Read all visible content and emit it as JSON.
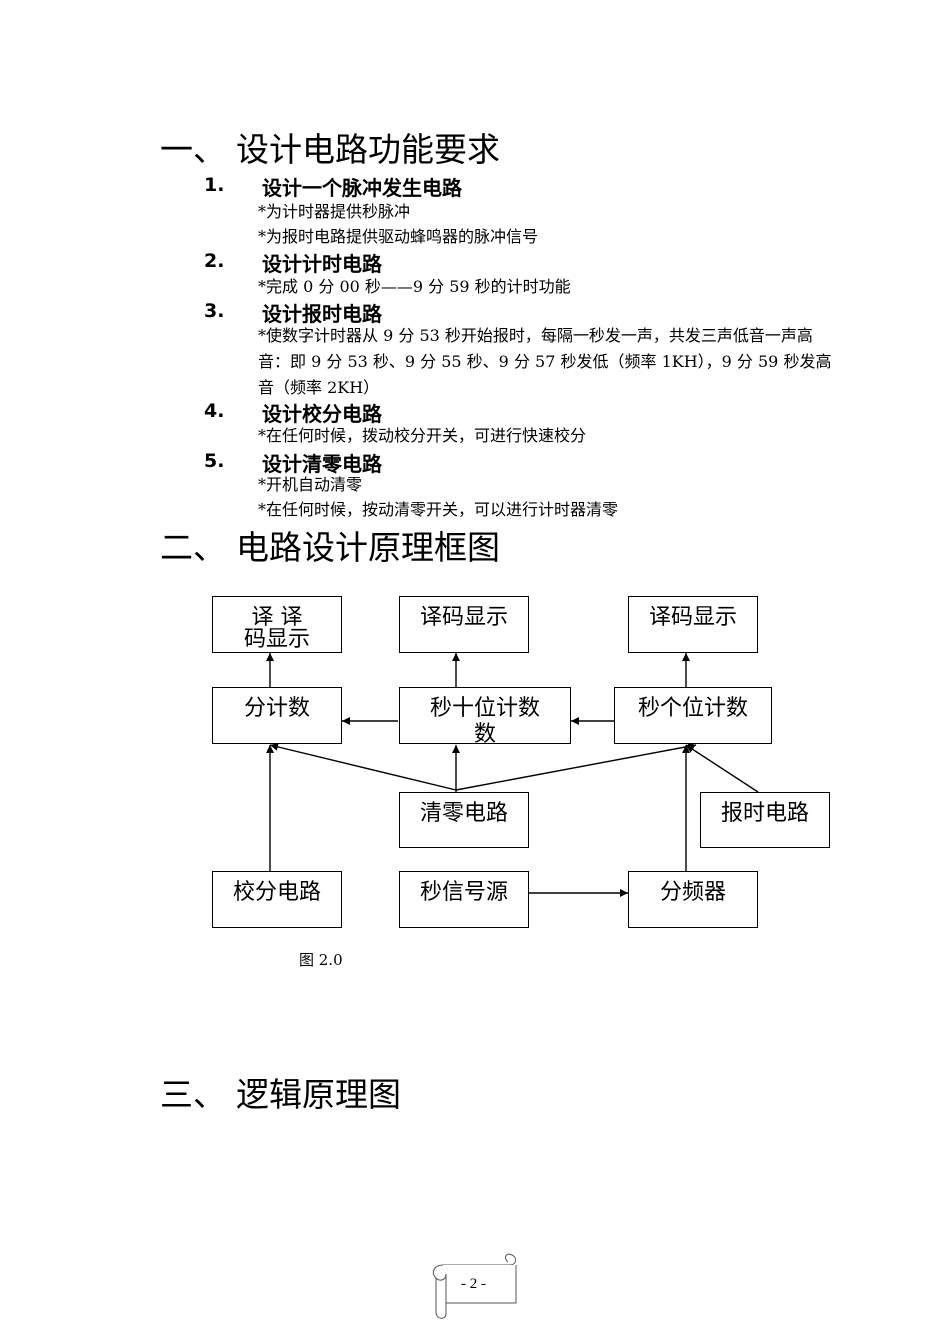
{
  "sections": [
    {
      "num": "一、",
      "title": "设计电路功能要求"
    },
    {
      "num": "二、",
      "title": "电路设计原理框图"
    },
    {
      "num": "三、",
      "title": "逻辑原理图"
    }
  ],
  "requirements": [
    {
      "num": "1.",
      "title": "设计一个脉冲发生电路",
      "bullets": [
        "*为计时器提供秒脉冲",
        "*为报时电路提供驱动蜂鸣器的脉冲信号"
      ]
    },
    {
      "num": "2.",
      "title": "设计计时电路",
      "bullets": [
        "*完成 0 分 00 秒——9 分 59 秒的计时功能"
      ]
    },
    {
      "num": "3.",
      "title": "设计报时电路",
      "paragraph": "*使数字计时器从 9 分 53 秒开始报时，每隔一秒发一声，共发三声低音一声高音：即 9 分 53 秒、9 分 55 秒、9 分 57 秒发低（频率 1KH），9 分 59 秒发高音（频率 2KH）"
    },
    {
      "num": "4.",
      "title": "设计校分电路",
      "bullets": [
        " *在任何时候，拨动校分开关，可进行快速校分"
      ]
    },
    {
      "num": "5.",
      "title": "设计清零电路",
      "bullets": [
        "*开机自动清零",
        "*在任何时候，按动清零开关，可以进行计时器清零"
      ]
    }
  ],
  "diagram": {
    "blocks": {
      "min_display": {
        "line1": "译    译",
        "line2": "码显示"
      },
      "tens_display": "译码显示",
      "ones_display": "译码显示",
      "min_counter": "分计数",
      "tens_counter": {
        "line1": "秒十位计数",
        "line2": "数"
      },
      "ones_counter": "秒个位计数",
      "reset": "清零电路",
      "alarm": "报时电路",
      "min_adjust": "校分电路",
      "sec_source": "秒信号源",
      "divider": "分频器"
    },
    "caption": "图 2.0"
  },
  "page_label": "- 2 -"
}
